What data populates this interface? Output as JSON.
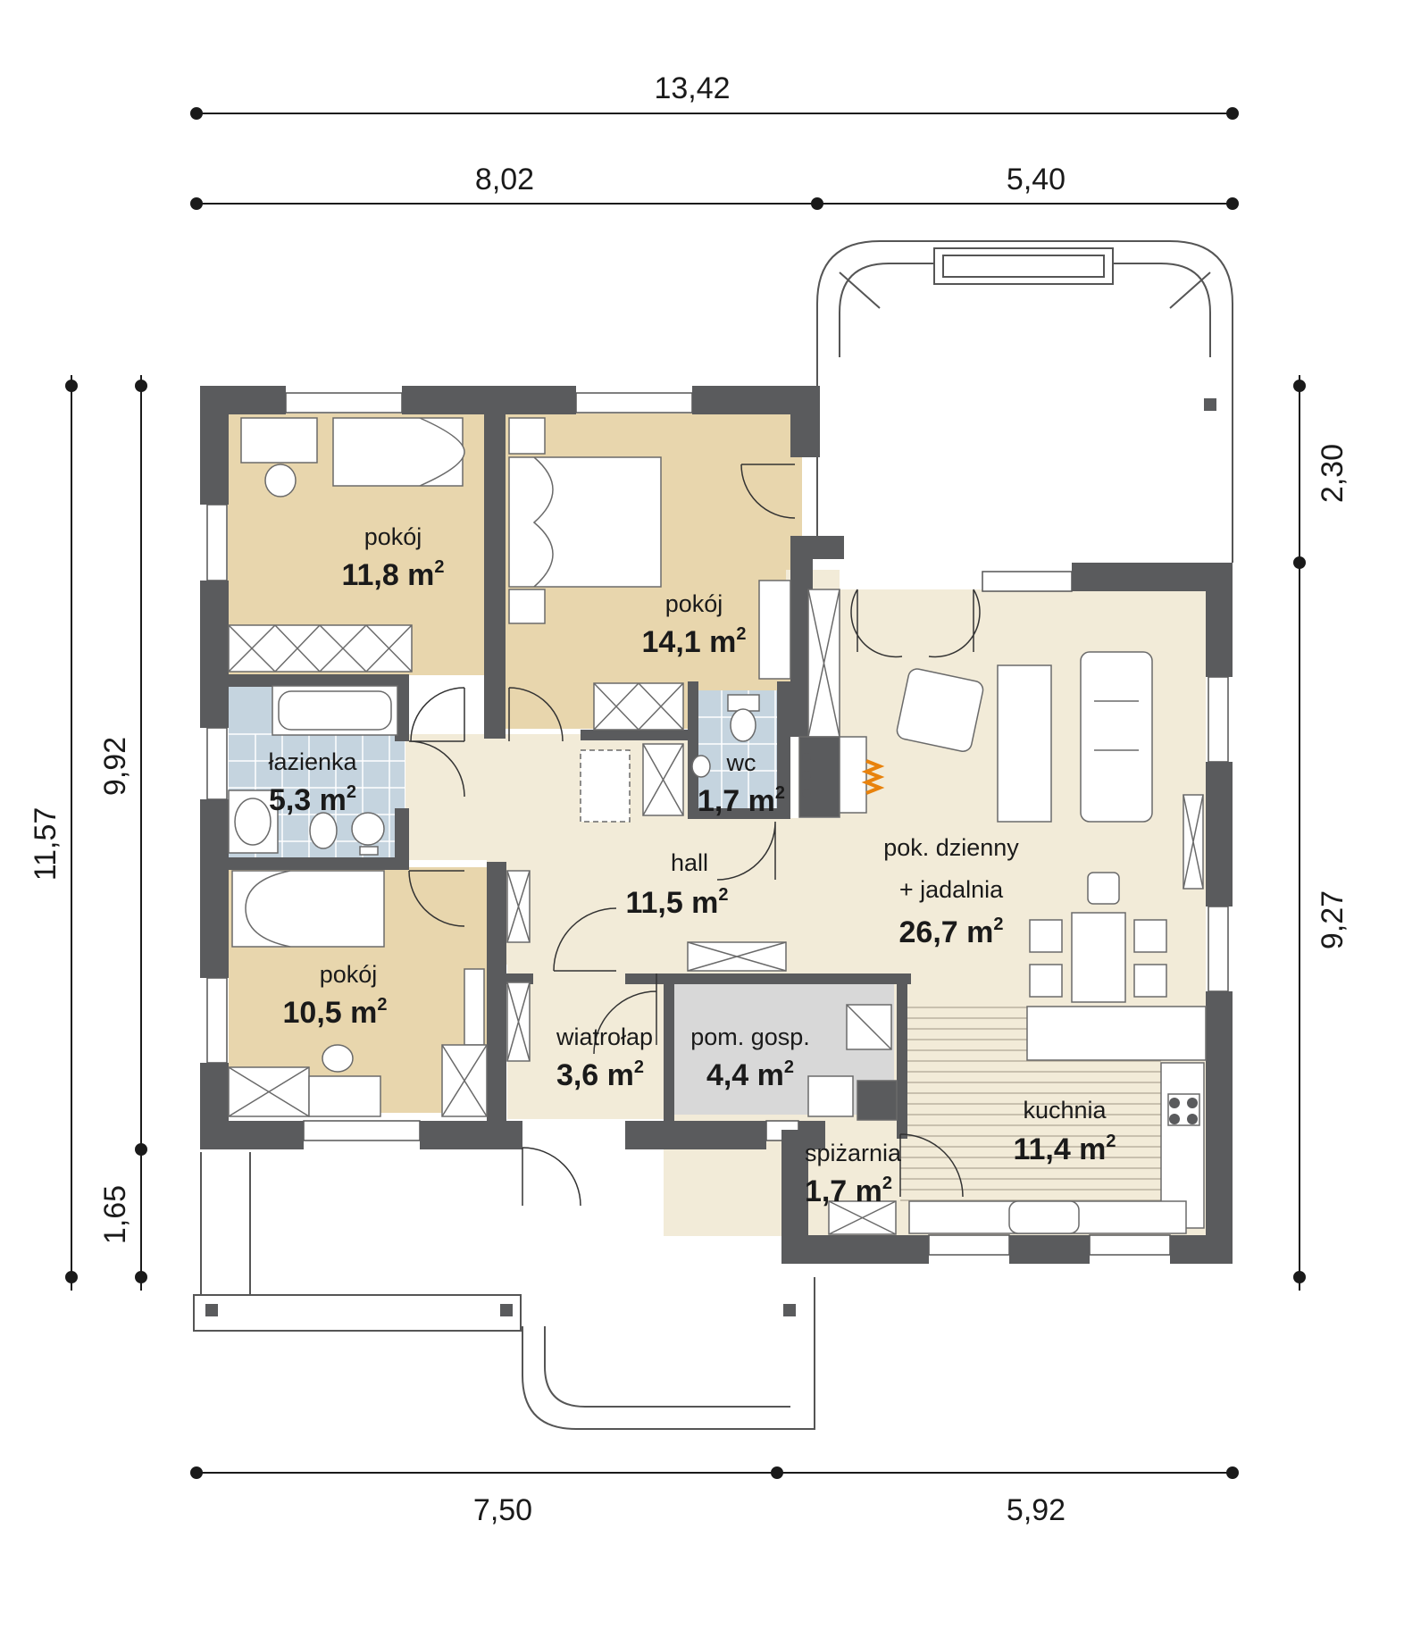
{
  "colors": {
    "wall": "#5a5b5d",
    "bedroom": "#e8d6ad",
    "day": "#f2ebd8",
    "bath": "#c5d4df",
    "utility": "#d8d8d8",
    "dim_line": "#1a1a1a",
    "fixture": "#6a6a6a",
    "kitchen_floor": "#b0a794",
    "fire": "#e8820c"
  },
  "dimensions": {
    "top_total": "13,42",
    "top_left": "8,02",
    "top_right": "5,40",
    "bottom_left": "7,50",
    "bottom_right": "5,92",
    "left_total": "11,57",
    "left_upper": "9,92",
    "left_lower": "1,65",
    "right_upper": "2,30",
    "right_lower": "9,27"
  },
  "rooms": {
    "pokoj_nw": {
      "name": "pokój",
      "area": "11,8 m",
      "unit_exp": "2"
    },
    "pokoj_n": {
      "name": "pokój",
      "area": "14,1 m",
      "unit_exp": "2"
    },
    "lazienka": {
      "name": "łazienka",
      "area": "5,3 m",
      "unit_exp": "2"
    },
    "wc": {
      "name": "wc",
      "area": "1,7 m",
      "unit_exp": "2"
    },
    "hall": {
      "name": "hall",
      "area": "11,5 m",
      "unit_exp": "2"
    },
    "pokoj_sw": {
      "name": "pokój",
      "area": "10,5 m",
      "unit_exp": "2"
    },
    "wiatrolap": {
      "name": "wiatrołap",
      "area": "3,6 m",
      "unit_exp": "2"
    },
    "pom_gosp": {
      "name": "pom. gosp.",
      "area": "4,4 m",
      "unit_exp": "2"
    },
    "living": {
      "name_line1": "pok. dzienny",
      "name_line2": "+ jadalnia",
      "area": "26,7 m",
      "unit_exp": "2"
    },
    "kuchnia": {
      "name": "kuchnia",
      "area": "11,4 m",
      "unit_exp": "2"
    },
    "spizarnia": {
      "name": "spiżarnia",
      "area": "1,7 m",
      "unit_exp": "2"
    }
  }
}
